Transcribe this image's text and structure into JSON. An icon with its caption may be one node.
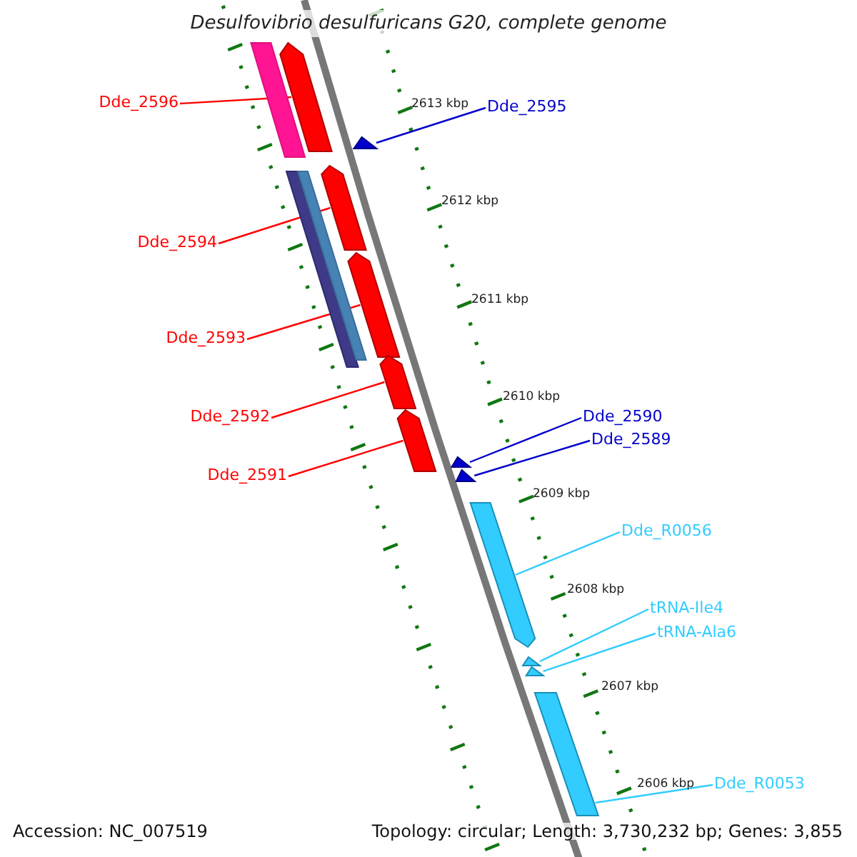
{
  "diagram": {
    "title": "Desulfovibrio desulfuricans G20, complete genome",
    "nodes": [
      {
        "text": [
          "Dde_2596"
        ]
      },
      {
        "text": [
          "Dde_2595"
        ]
      },
      {
        "text": [
          "Dde_2594"
        ]
      },
      {
        "text": [
          "Dde_2593"
        ]
      },
      {
        "text": [
          "Dde_2592"
        ]
      },
      {
        "text": [
          "Dde_2590"
        ]
      },
      {
        "text": [
          "Dde_2589"
        ]
      },
      {
        "text": [
          "Dde_2591"
        ]
      },
      {
        "text": [
          "Dde_R0056"
        ]
      },
      {
        "text": [
          "tRNA-Ile4"
        ]
      },
      {
        "text": [
          "tRNA-Ala6"
        ]
      },
      {
        "text": [
          "Dde_R0053"
        ]
      },
      {
        "text": [],
        "shape": "arrow"
      },
      {
        "text": [],
        "shape": "arrow"
      },
      {
        "text": [],
        "shape": "arrow"
      },
      {
        "text": [],
        "shape": "arrow"
      },
      {
        "text": [],
        "shape": "arrow"
      },
      {
        "text": [],
        "shape": "arrow"
      },
      {
        "text": [],
        "shape": "arrow"
      },
      {
        "text": [],
        "shape": "arrow"
      },
      {
        "text": [],
        "shape": "arrow"
      },
      {
        "text": [],
        "shape": "arrow"
      },
      {
        "text": [],
        "shape": "arrow"
      },
      {
        "text": [],
        "shape": "arrow"
      },
      {
        "text": [],
        "shape": "bar"
      },
      {
        "text": [],
        "shape": "bar"
      },
      {
        "text": [],
        "shape": "bar"
      }
    ],
    "edges": [
      {
        "from": 0,
        "to": 12,
        "arrow": "none"
      },
      {
        "from": 1,
        "to": 13,
        "arrow": "none",
        "color": "#0000cc"
      },
      {
        "from": 2,
        "to": 14,
        "arrow": "none"
      },
      {
        "from": 3,
        "to": 15,
        "arrow": "none"
      },
      {
        "from": 4,
        "to": 16,
        "arrow": "none"
      },
      {
        "from": 5,
        "to": 18,
        "arrow": "none",
        "color": "#0000cc"
      },
      {
        "from": 6,
        "to": 19,
        "arrow": "none",
        "color": "#0000cc"
      },
      {
        "from": 7,
        "to": 17,
        "arrow": "none"
      },
      {
        "from": 8,
        "to": 20,
        "arrow": "none",
        "color": "#33ccff"
      },
      {
        "from": 9,
        "to": 21,
        "arrow": "none",
        "color": "#33ccff"
      },
      {
        "from": 10,
        "to": 22,
        "arrow": "none",
        "color": "#33ccff"
      },
      {
        "from": 11,
        "to": 23,
        "arrow": "none",
        "color": "#33ccff"
      }
    ],
    "labels": [
      "2613 kbp",
      "2612 kbp",
      "2611 kbp",
      "2610 kbp",
      "2609 kbp",
      "2608 kbp",
      "2607 kbp",
      "2606 kbp",
      "Accession: NC_007519",
      "Topology: circular; Length: 3,730,232 bp; Genes: 3,855"
    ]
  }
}
